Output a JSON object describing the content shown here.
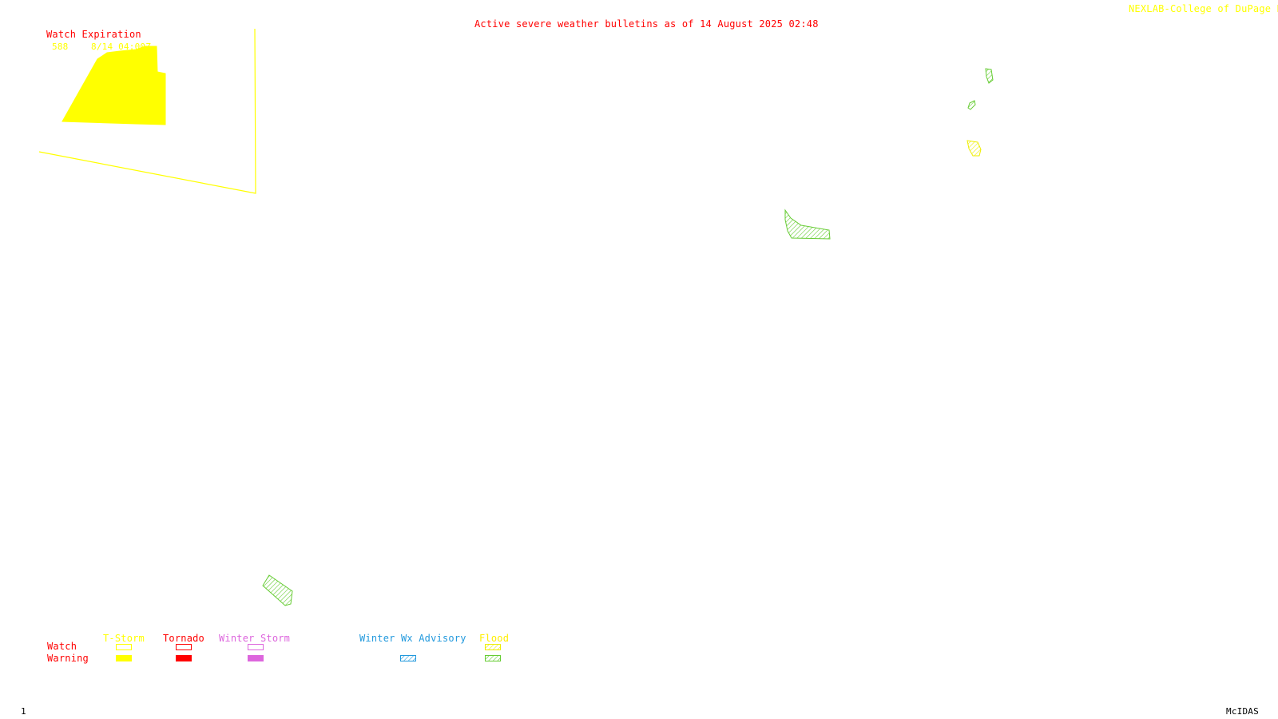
{
  "header": {
    "title": "Active severe weather bulletins as of 14 August 2025 02:48",
    "credit": "NEXLAB-College of DuPage R"
  },
  "watch_expiration": {
    "heading": "Watch Expiration",
    "entries": [
      {
        "watch_number": "588",
        "expires": "8/14 04:00Z"
      }
    ]
  },
  "legend": {
    "row_labels": {
      "watch": "Watch",
      "warning": "Warning"
    },
    "categories": [
      {
        "id": "tstorm",
        "label": "T-Storm",
        "color": "#ffff00",
        "watch_style": "outline",
        "warning_style": "solid"
      },
      {
        "id": "tornado",
        "label": "Tornado",
        "color": "#ff0000",
        "watch_style": "outline",
        "warning_style": "solid"
      },
      {
        "id": "winter_storm",
        "label": "Winter Storm",
        "color": "#dd66dd",
        "watch_style": "outline",
        "warning_style": "solid"
      },
      {
        "id": "winter_wx_advisory",
        "label": "Winter Wx Advisory",
        "color": "#2299dd",
        "watch_style": "none",
        "warning_style": "hatched"
      },
      {
        "id": "flood",
        "label": "Flood",
        "color": "#ffee00",
        "warning_color": "#66cc33",
        "watch_style": "hatched",
        "warning_style": "hatched"
      }
    ]
  },
  "footer": {
    "frame_number": "1",
    "software": "McIDAS"
  },
  "colors": {
    "title_text": "#ff0000",
    "credit_text": "#ffff00",
    "watch_box": "#ffff00",
    "flood_warning": "#66cc33",
    "footer_text": "#000000"
  }
}
